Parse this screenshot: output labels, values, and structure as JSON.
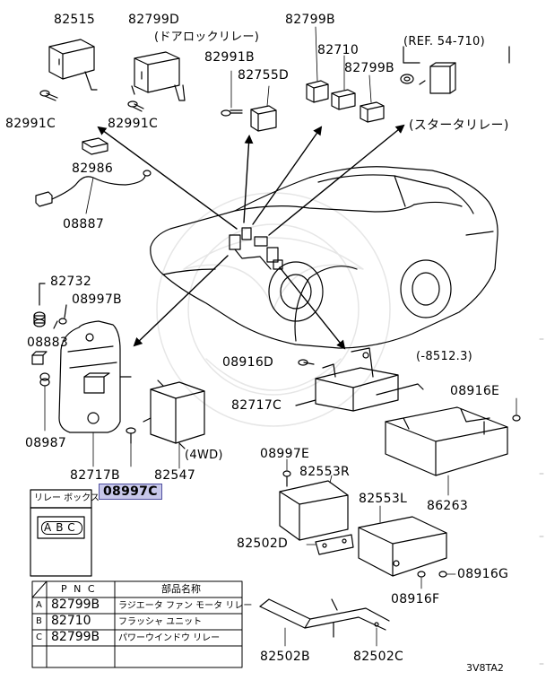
{
  "diagram": {
    "labels": {
      "p82515": "82515",
      "p82799d": "82799D",
      "door_lock_relay": "(ドアロックリレー)",
      "p82799b_top": "82799B",
      "p82710_top": "82710",
      "p82799b_right": "82799B",
      "ref_54710": "(REF. 54-710)",
      "starter_relay": "(スタータリレー)",
      "p82991b": "82991B",
      "p82755d": "82755D",
      "p82991c_left": "82991C",
      "p82991c_mid": "82991C",
      "p82986": "82986",
      "p08887": "08887",
      "p82732": "82732",
      "p08997b": "08997B",
      "p08883": "08883",
      "p08987": "08987",
      "p82717b": "82717B",
      "p08997c": "08997C",
      "p82547": "82547",
      "fourwd": "(4WD)",
      "p08916d": "08916D",
      "range_8512": "(-8512.3)",
      "p08916e": "08916E",
      "p82717c": "82717C",
      "p86263": "86263",
      "p08997e": "08997E",
      "p82553r": "82553R",
      "p82553l": "82553L",
      "p82502d": "82502D",
      "p08916g": "08916G",
      "p08916f": "08916F",
      "p82502b": "82502B",
      "p82502c": "82502C",
      "code": "3V8TA2"
    },
    "relay_box": {
      "title": "リレー ボックス",
      "slots": [
        "A",
        "B",
        "C"
      ]
    },
    "table": {
      "header_pnc": "P N C",
      "header_name": "部品名称",
      "rows": [
        {
          "slot": "A",
          "pnc": "82799B",
          "name": "ラジエータ ファン モータ リレー"
        },
        {
          "slot": "B",
          "pnc": "82710",
          "name": "フラッシャ ユニット"
        },
        {
          "slot": "C",
          "pnc": "82799B",
          "name": "パワーウインドウ リレー"
        }
      ]
    }
  }
}
